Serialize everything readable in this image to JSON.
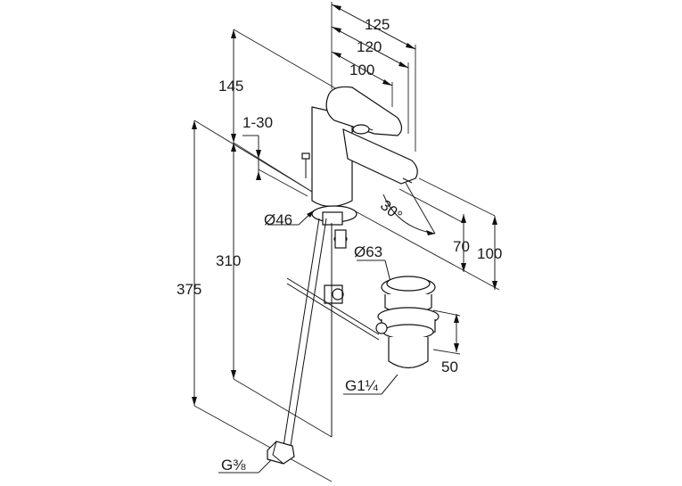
{
  "dimensions": {
    "spout_reach_125": "125",
    "spout_reach_120": "120",
    "spout_reach_100": "100",
    "tap_height_145": "145",
    "pop_up_rod_1_30": "1-30",
    "body_diameter": "Ø46",
    "height_310": "310",
    "height_375": "375",
    "waste_diameter": "Ø63",
    "spout_angle": "30°",
    "spout_clearance_70": "70",
    "spout_clearance_100": "100",
    "waste_height_50": "50",
    "waste_thread": "G1¼",
    "supply_thread": "G⅜"
  }
}
